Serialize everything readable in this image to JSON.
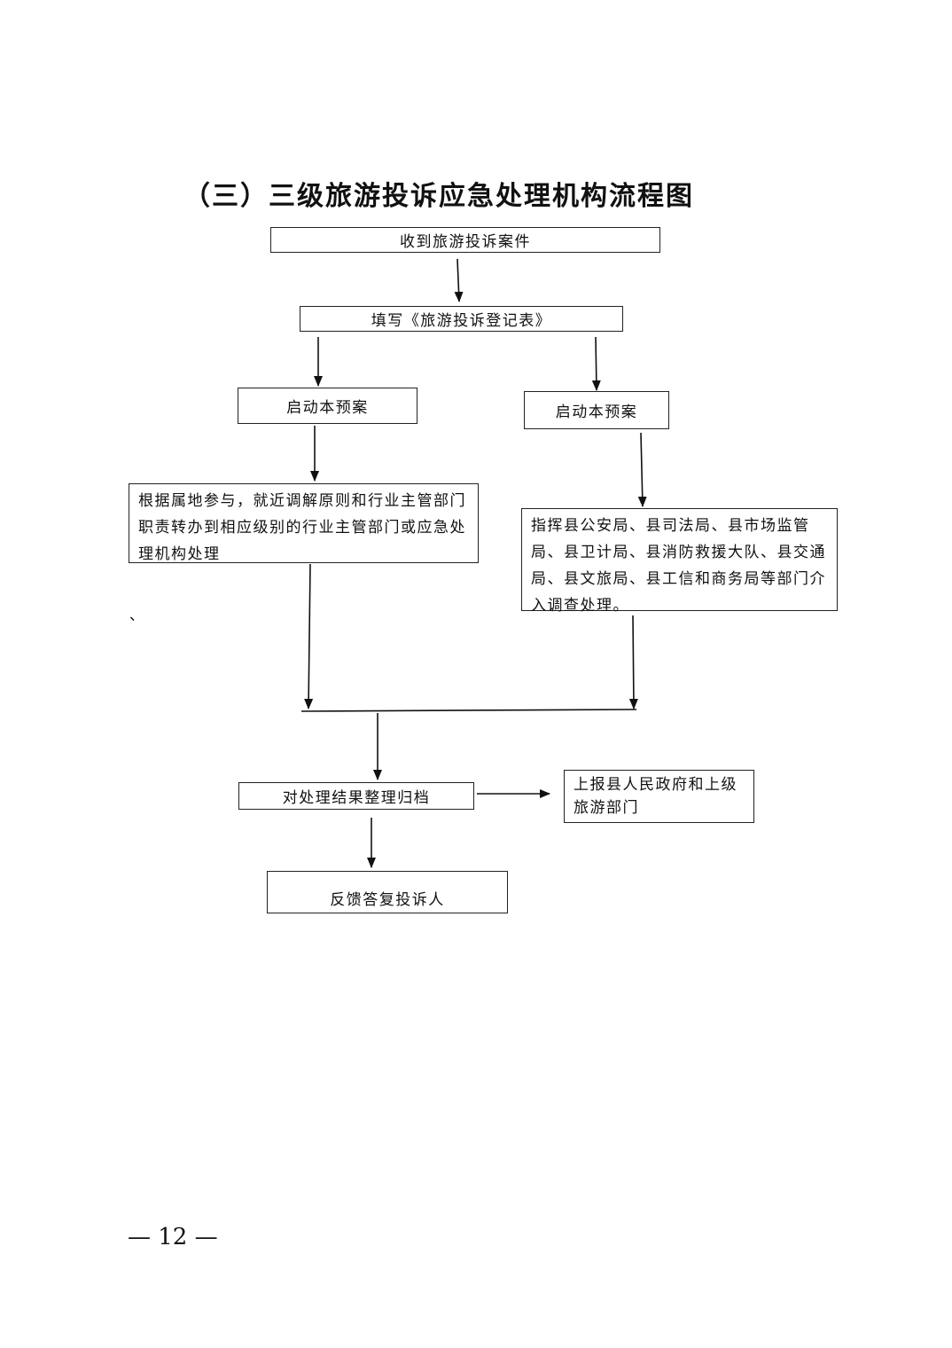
{
  "title": "（三）三级旅游投诉应急处理机构流程图",
  "nodes": {
    "receive": "收到旅游投诉案件",
    "register": "填写《旅游投诉登记表》",
    "start_left": "启动本预案",
    "start_right": "启动本预案",
    "left_action": "根据属地参与，就近调解原则和行业主管部门职责转办到相应级别的行业主管部门或应急处理机构处理",
    "right_action": "指挥县公安局、县司法局、县市场监管局、县卫计局、县消防救援大队、县交通局、县文旅局、县工信和商务局等部门介入调查处理。",
    "archive": "对处理结果整理归档",
    "report": "上报县人民政府和上级旅游部门",
    "feedback": "反馈答复投诉人"
  },
  "stray_mark": "、",
  "page_number": "— 12 —"
}
